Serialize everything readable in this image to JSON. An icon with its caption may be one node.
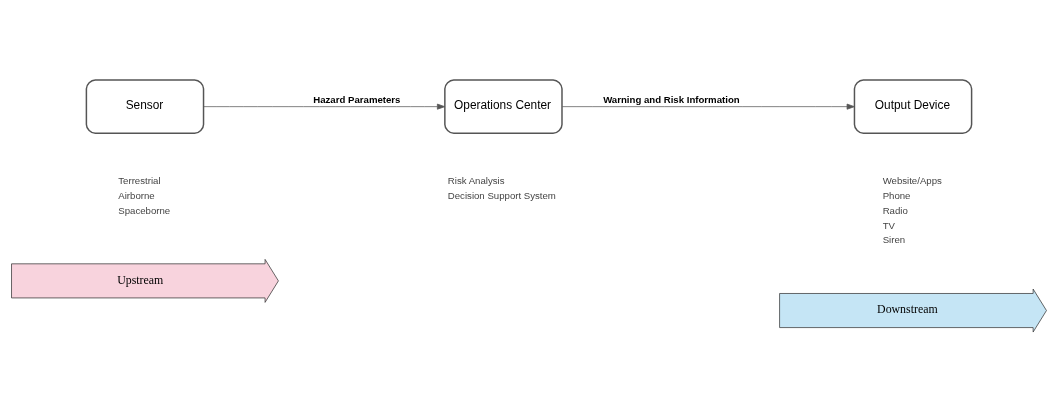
{
  "diagram": {
    "nodes": [
      {
        "text": [
          "Sensor"
        ],
        "beside": [
          "Terrestrial",
          "Airborne",
          "Spaceborne"
        ]
      },
      {
        "text": [
          "Operations Center"
        ],
        "beside": [
          "Risk Analysis",
          "Decision Support System"
        ]
      },
      {
        "text": [
          "Output Device"
        ],
        "beside": [
          "Website/Apps",
          "Phone",
          "Radio",
          "TV",
          "Siren"
        ]
      },
      {
        "text": [
          "Upstream"
        ]
      },
      {
        "text": [
          "Downstream"
        ]
      }
    ],
    "edges": [
      {
        "from": 0,
        "to": 1,
        "arrow": "to",
        "label": "Hazard Parameters"
      },
      {
        "from": 1,
        "to": 2,
        "arrow": "to",
        "label": "Warning and Risk Information"
      }
    ]
  }
}
